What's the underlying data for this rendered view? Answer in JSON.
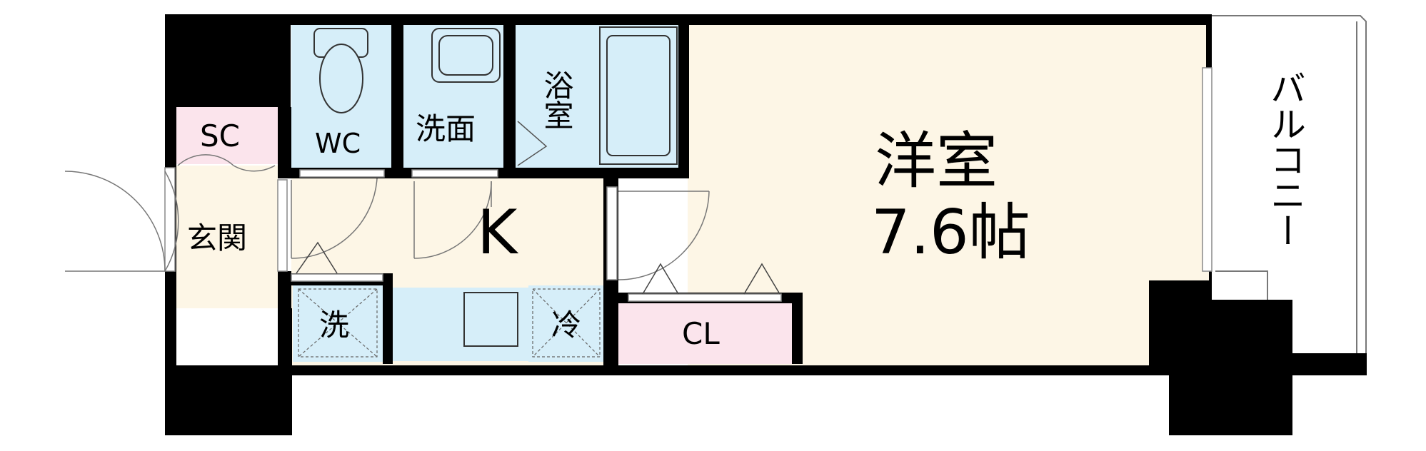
{
  "rooms": {
    "shoe_closet": "SC",
    "entrance": "玄関",
    "toilet": "WC",
    "washroom": "洗面",
    "bathroom": "浴室",
    "kitchen": "K",
    "washer": "洗",
    "fridge": "冷",
    "closet": "CL",
    "western_room": "洋室",
    "western_room_size": "7.6帖",
    "balcony": "バルコニー"
  },
  "colors": {
    "wall": "#000000",
    "wet_area": "#d6eef9",
    "storage": "#fbe4ec",
    "room_floor": "#fdf6e6"
  }
}
